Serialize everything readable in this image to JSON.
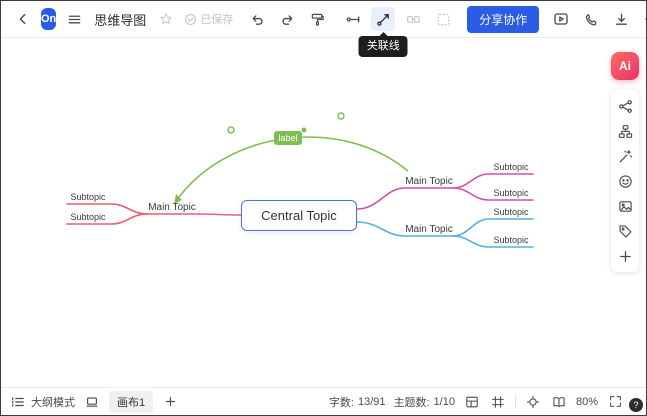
{
  "topbar": {
    "logo": "On",
    "title": "思维导图",
    "saved_label": "已保存",
    "relation_tooltip": "关联线",
    "share_label": "分享协作"
  },
  "ai_button": "Ai",
  "mindmap": {
    "central": "Central Topic",
    "relation_label": "label",
    "left": {
      "main": "Main Topic",
      "subs": [
        "Subtopic",
        "Subtopic"
      ]
    },
    "right_top": {
      "main": "Main Topic",
      "subs": [
        "Subtopic",
        "Subtopic"
      ]
    },
    "right_bottom": {
      "main": "Main Topic",
      "subs": [
        "Subtopic",
        "Subtopic"
      ]
    }
  },
  "statusbar": {
    "outline_mode": "大纲模式",
    "canvas_tab": "画布1",
    "word_count_label": "字数:",
    "word_count_value": "13/91",
    "topic_count_label": "主题数:",
    "topic_count_value": "1/10",
    "zoom": "80%",
    "help": "?"
  },
  "colors": {
    "accent_blue": "#2b5ce6",
    "central_border": "#5470dd",
    "left_branch": "#ee5c74",
    "right_top_branch": "#cf4fa8",
    "right_bottom_branch": "#55aee8",
    "relation_green": "#7ebe50",
    "ai_red": "#e8336e"
  }
}
